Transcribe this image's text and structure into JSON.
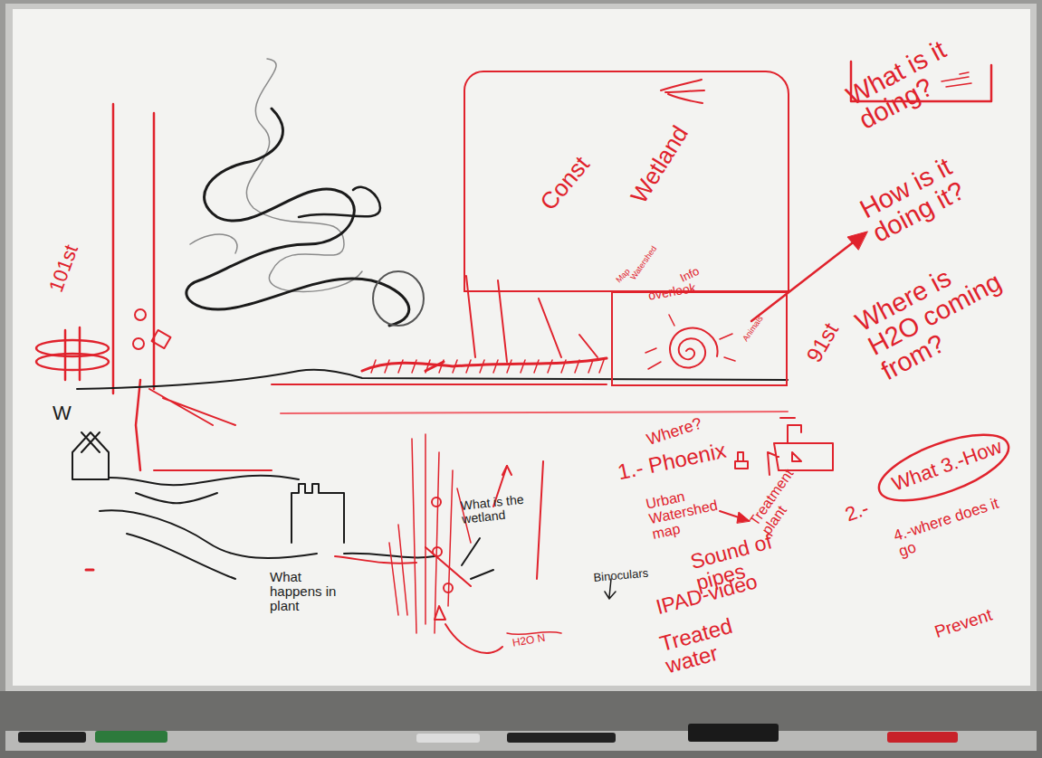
{
  "diagram": {
    "nodes": [
      {
        "text": [
          "Const",
          "Wetland"
        ]
      },
      {
        "text": [
          "Map",
          "Watershed",
          "Info",
          "overlook",
          "Animals"
        ]
      },
      {
        "text": [
          "2.-",
          "What 3.-How"
        ]
      }
    ],
    "labels": [
      "101st",
      "W",
      "What is it doing?",
      "How is it doing it?",
      "Where is H2O coming from?",
      "Where?",
      "1.- Phoenix",
      "Urban Watershed map",
      "Treatment plant",
      "Sound of pipes",
      "IPAD-video",
      "Treated water",
      "4.-where does it go",
      "Prevent",
      "What is the wetland",
      "What happens in plant",
      "Binoculars",
      "H2O N",
      "91st"
    ]
  }
}
